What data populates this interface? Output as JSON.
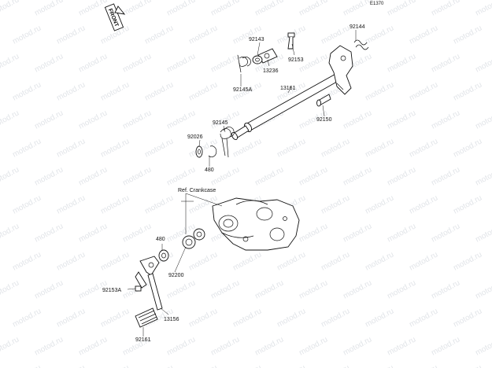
{
  "diagram": {
    "code": "E1370",
    "front_label": "FRONT",
    "ref_label": "Ref. Crankcase",
    "watermark": "motod.ru",
    "parts": {
      "p92144": "92144",
      "p92143": "92143",
      "p92153": "92153",
      "p13236": "13236",
      "p92145A": "92145A",
      "p13161": "13161",
      "p92150": "92150",
      "p92145": "92145",
      "p92026": "92026",
      "p480_top": "480",
      "p480_bottom": "480",
      "p92200": "92200",
      "p92153A": "92153A",
      "p13156": "13156",
      "p92161": "92161"
    }
  }
}
